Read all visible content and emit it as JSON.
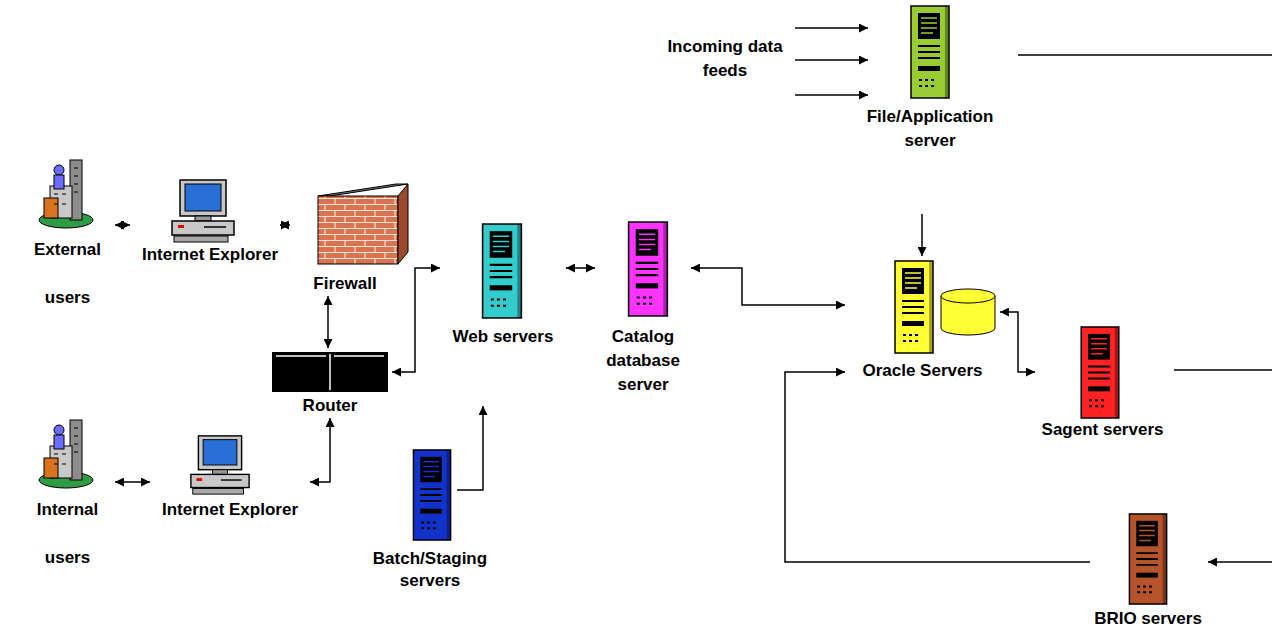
{
  "diagram": {
    "nodes": [
      {
        "text": [
          "External users"
        ]
      },
      {
        "text": [
          "Internet Explorer"
        ]
      },
      {
        "text": [
          "Firewall"
        ]
      },
      {
        "text": [
          "Router"
        ]
      },
      {
        "text": [
          "Internal users"
        ]
      },
      {
        "text": [
          "Internet Explorer"
        ]
      },
      {
        "text": [
          "Web servers"
        ]
      },
      {
        "text": [
          "Batch/Staging servers"
        ]
      },
      {
        "text": [
          "Catalog database server"
        ]
      },
      {
        "text": [
          "File/Application server"
        ]
      },
      {
        "text": [
          "Oracle Servers"
        ]
      },
      {
        "text": [
          "Sagent servers"
        ]
      },
      {
        "text": [
          "BRIO servers"
        ]
      }
    ],
    "edges": [
      {
        "from": 0,
        "to": 1,
        "arrow": "both"
      },
      {
        "from": 1,
        "to": 2,
        "arrow": "both"
      },
      {
        "from": 2,
        "to": 3,
        "arrow": "both"
      },
      {
        "from": 4,
        "to": 5,
        "arrow": "both"
      },
      {
        "from": 5,
        "to": 3,
        "arrow": "both"
      },
      {
        "from": 3,
        "to": 6,
        "arrow": "both"
      },
      {
        "from": 6,
        "to": 8,
        "arrow": "both"
      },
      {
        "from": 8,
        "to": 10,
        "arrow": "both"
      },
      {
        "from": 10,
        "to": 11,
        "arrow": "both"
      },
      {
        "from": 12,
        "to": 10,
        "arrow": "to"
      }
    ],
    "labels": [
      "Incoming data feeds"
    ]
  }
}
